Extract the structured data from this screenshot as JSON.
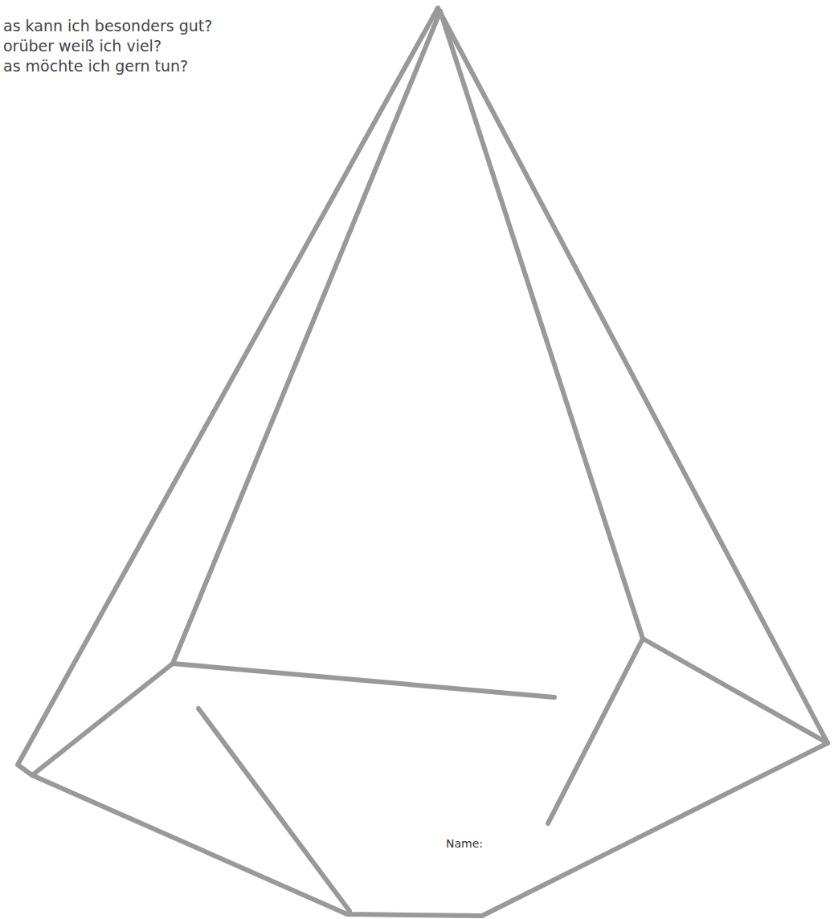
{
  "diagram": {
    "nodes": [
      {
        "text": [
          "Name:"
        ]
      }
    ],
    "labels": [
      "as kann ich besonders gut?",
      "orüber weiß ich viel?",
      "as möchte ich gern tun?"
    ]
  }
}
